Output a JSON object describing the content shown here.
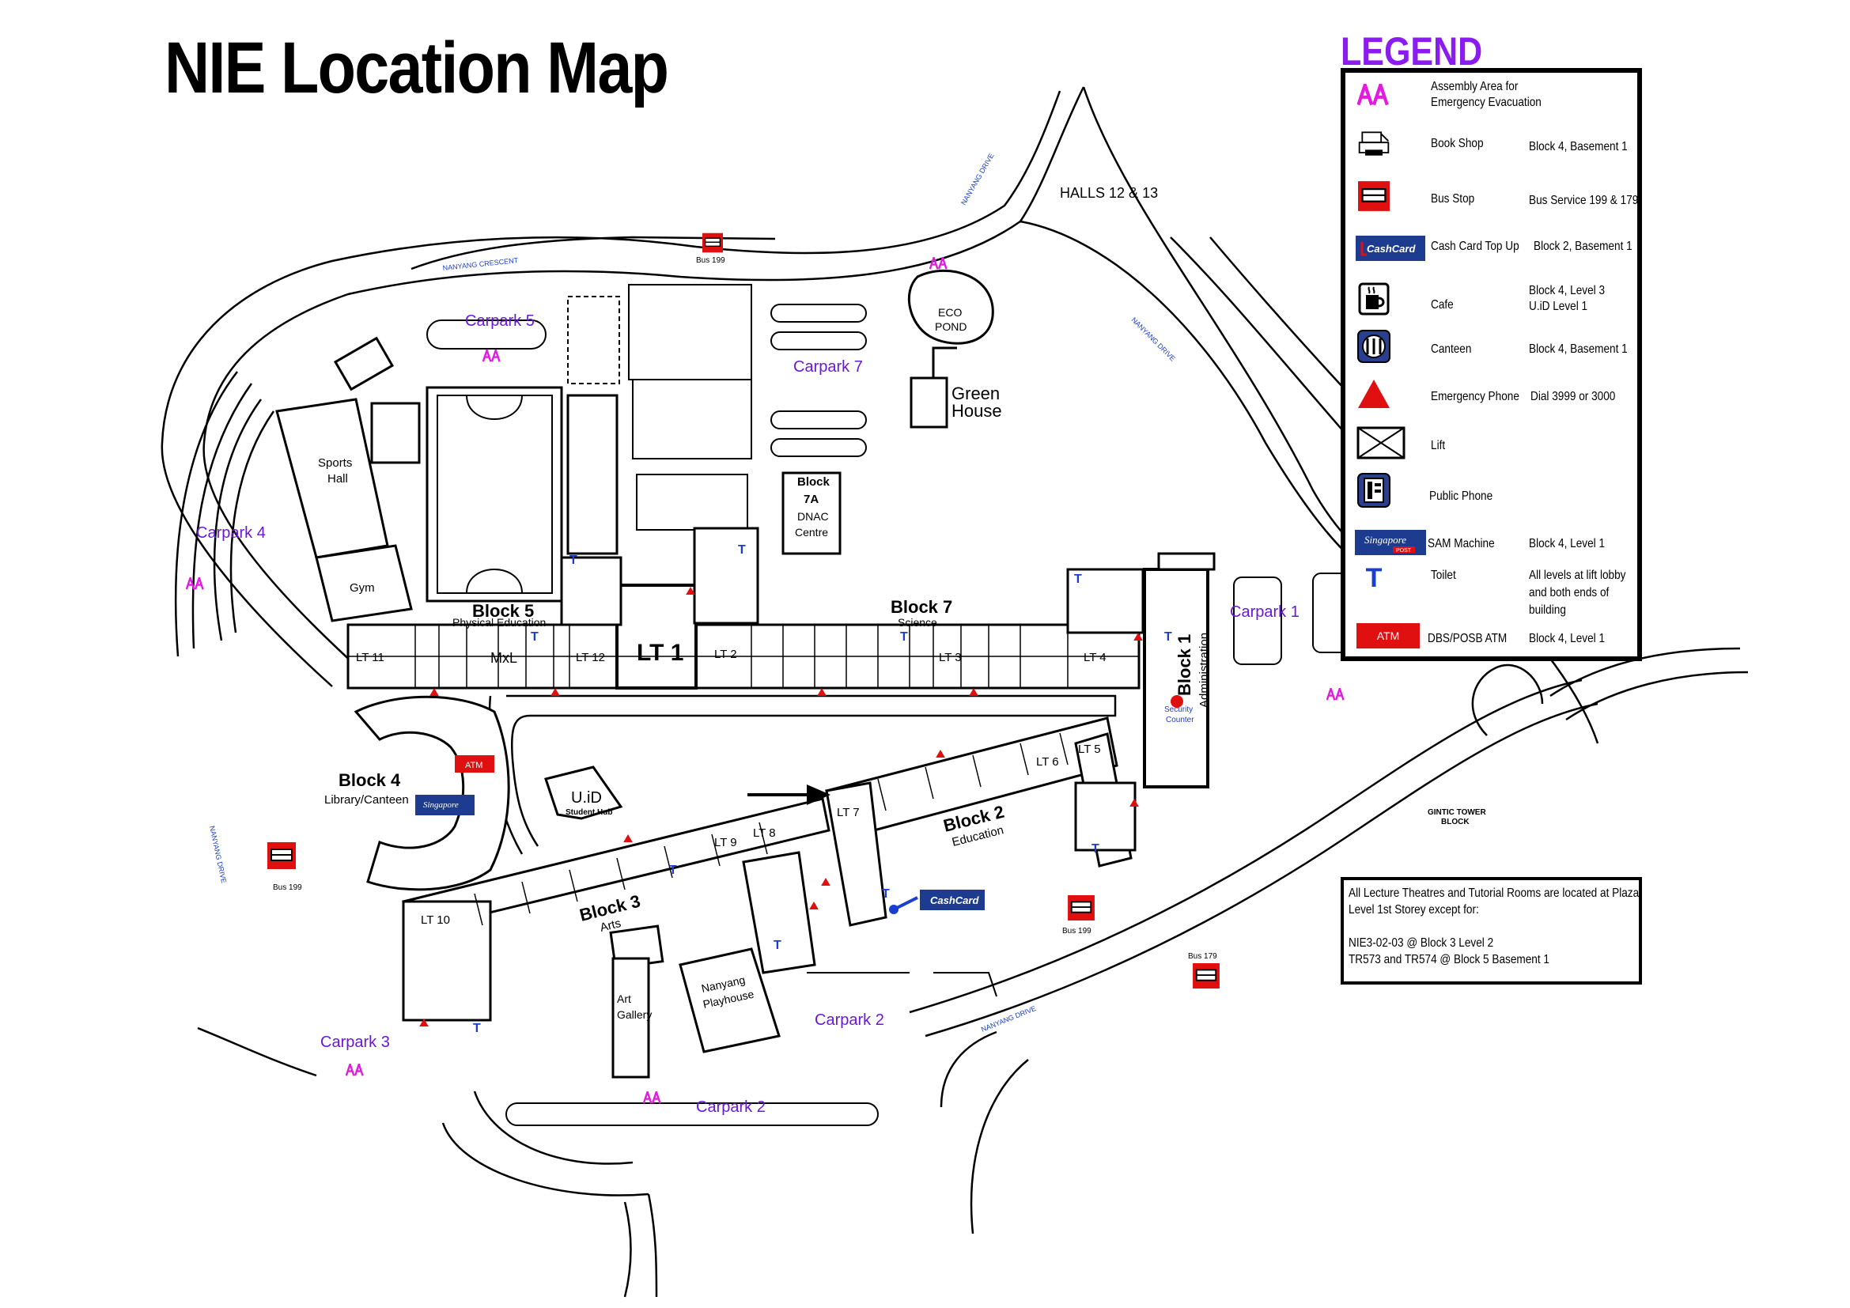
{
  "title": "NIE Location Map",
  "legend": {
    "title": "LEGEND",
    "items": [
      {
        "name_lines": [
          "Assembly Area for",
          "Emergency Evacuation"
        ],
        "location_lines": [],
        "icon": "assembly-area-icon",
        "color": "#e01ce0"
      },
      {
        "name_lines": [
          "Book Shop"
        ],
        "location_lines": [
          "Block 4, Basement 1"
        ],
        "icon": "printer-icon"
      },
      {
        "name_lines": [
          "Bus Stop"
        ],
        "location_lines": [
          "Bus Service 199 & 179"
        ],
        "icon": "bus-stop-icon",
        "color": "#e01010"
      },
      {
        "name_lines": [
          "Cash Card Top Up"
        ],
        "location_lines": [
          "Block 2, Basement 1"
        ],
        "icon": "cashcard-icon",
        "color": "#1d3c8f"
      },
      {
        "name_lines": [
          "Cafe"
        ],
        "location_lines": [
          "Block 4, Level 3",
          "U.iD Level 1"
        ],
        "icon": "cafe-icon"
      },
      {
        "name_lines": [
          "Canteen"
        ],
        "location_lines": [
          "Block 4, Basement 1"
        ],
        "icon": "canteen-icon"
      },
      {
        "name_lines": [
          "Emergency Phone"
        ],
        "location_lines": [
          "Dial 3999 or 3000"
        ],
        "icon": "emergency-phone-icon",
        "color": "#e01010"
      },
      {
        "name_lines": [
          "Lift"
        ],
        "location_lines": [],
        "icon": "lift-icon"
      },
      {
        "name_lines": [
          "Public Phone"
        ],
        "location_lines": [],
        "icon": "public-phone-icon"
      },
      {
        "name_lines": [
          "SAM Machine"
        ],
        "location_lines": [
          "Block 4, Level 1"
        ],
        "icon": "sam-machine-icon"
      },
      {
        "name_lines": [
          "Toilet"
        ],
        "location_lines": [
          "All levels at lift lobby",
          "and both ends of",
          "building"
        ],
        "icon": "toilet-icon",
        "color": "#1a3fd0"
      },
      {
        "name_lines": [
          "DBS/POSB ATM"
        ],
        "location_lines": [
          "Block 4, Level 1"
        ],
        "icon": "atm-icon",
        "color": "#e01010"
      }
    ]
  },
  "note": {
    "lines": [
      "All Lecture Theatres and Tutorial Rooms are located at Plaza",
      "Level 1st Storey except for:",
      "",
      "NIE3-02-03 @ Block 3 Level 2",
      "TR573 and TR574 @ Block 5 Basement 1"
    ]
  },
  "icon_text": {
    "atm": "ATM",
    "cashcard": "CashCard",
    "toilet": "T",
    "singapore_post": "Singapore",
    "post": "POST"
  },
  "carparks": [
    "Carpark 1",
    "Carpark 2",
    "Carpark 2",
    "Carpark 3",
    "Carpark 4",
    "Carpark 5",
    "Carpark 7"
  ],
  "buildings": {
    "block1": {
      "name": "Block 1",
      "sub": "Administration"
    },
    "block2": {
      "name": "Block 2",
      "sub": "Education"
    },
    "block3": {
      "name": "Block 3",
      "sub": "Arts"
    },
    "block4": {
      "name": "Block 4",
      "sub": "Library/Canteen"
    },
    "block5": {
      "name": "Block 5",
      "sub": "Physical Education"
    },
    "block7": {
      "name": "Block 7",
      "sub": "Science"
    },
    "block7a": {
      "lines": [
        "Block",
        "7A",
        "DNAC",
        "Centre"
      ]
    },
    "uid": {
      "name": "U.iD",
      "sub": "Student Hub"
    },
    "sports_hall": {
      "lines": [
        "Sports",
        "Hall"
      ]
    },
    "gym": "Gym",
    "green_house": {
      "lines": [
        "Green",
        "House"
      ]
    },
    "eco_pond": {
      "lines": [
        "ECO",
        "POND"
      ]
    },
    "art_gallery": {
      "lines": [
        "Art",
        "Gallery"
      ]
    },
    "playhouse": {
      "lines": [
        "Nanyang",
        "Playhouse"
      ]
    },
    "security": {
      "lines": [
        "Security",
        "Counter"
      ]
    },
    "halls": "HALLS 12 & 13",
    "gintic": {
      "lines": [
        "GINTIC TOWER",
        "BLOCK"
      ]
    },
    "mxl": "MxL"
  },
  "lecture_theatres": [
    "LT 1",
    "LT 2",
    "LT 3",
    "LT 4",
    "LT 5",
    "LT 6",
    "LT 7",
    "LT 8",
    "LT 9",
    "LT 10",
    "LT 11",
    "LT 12"
  ],
  "roads": [
    "NANYANG CRESCENT",
    "NANYANG DRIVE",
    "NANYANG DRIVE",
    "NANYANG DRIVE",
    "NANYANG DRIVE"
  ],
  "bus_stops": [
    "Bus 199",
    "Bus 199",
    "Bus 199",
    "Bus 179"
  ]
}
